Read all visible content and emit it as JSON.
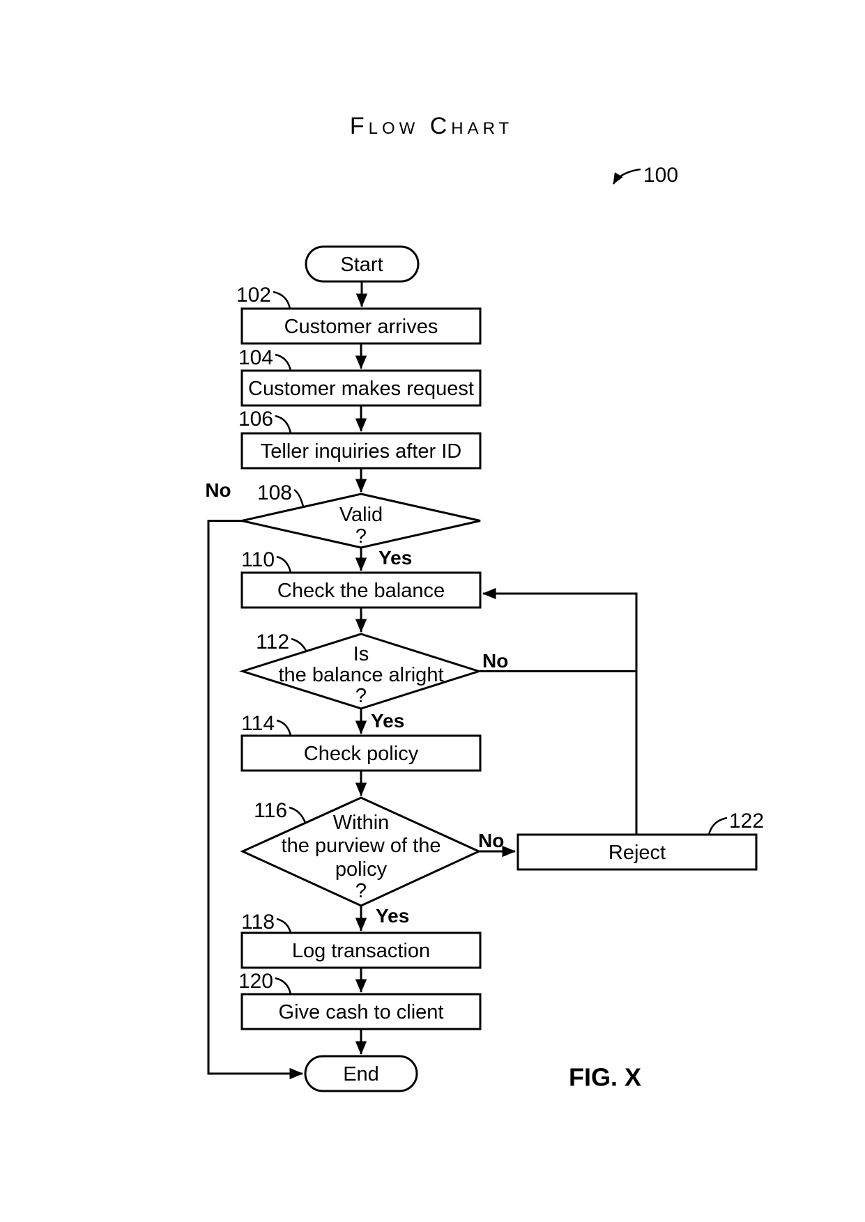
{
  "title": "Flow Chart",
  "figure_label": "FIG. X",
  "reference_number": "100",
  "colors": {
    "ink": "#000000",
    "paper": "#ffffff"
  },
  "nodes": {
    "start": {
      "label": "Start"
    },
    "customer_arrives": {
      "ref": "102",
      "label": "Customer arrives"
    },
    "customer_makes_request": {
      "ref": "104",
      "label": "Customer makes request"
    },
    "teller_inquiries": {
      "ref": "106",
      "label": "Teller inquiries after ID"
    },
    "valid": {
      "ref": "108",
      "lines": [
        "Valid",
        "?"
      ]
    },
    "check_balance": {
      "ref": "110",
      "label": "Check the balance"
    },
    "balance_alright": {
      "ref": "112",
      "lines": [
        "Is",
        "the balance alright",
        "?"
      ]
    },
    "check_policy": {
      "ref": "114",
      "label": "Check policy"
    },
    "within_policy": {
      "ref": "116",
      "lines": [
        "Within",
        "the purview of the",
        "policy",
        "?"
      ]
    },
    "log_transaction": {
      "ref": "118",
      "label": "Log transaction"
    },
    "give_cash": {
      "ref": "120",
      "label": "Give cash to client"
    },
    "reject": {
      "ref": "122",
      "label": "Reject"
    },
    "end": {
      "label": "End"
    }
  },
  "edge_labels": {
    "valid_no": "No",
    "valid_yes": "Yes",
    "balance_no": "No",
    "balance_yes": "Yes",
    "policy_no": "No",
    "policy_yes": "Yes"
  }
}
